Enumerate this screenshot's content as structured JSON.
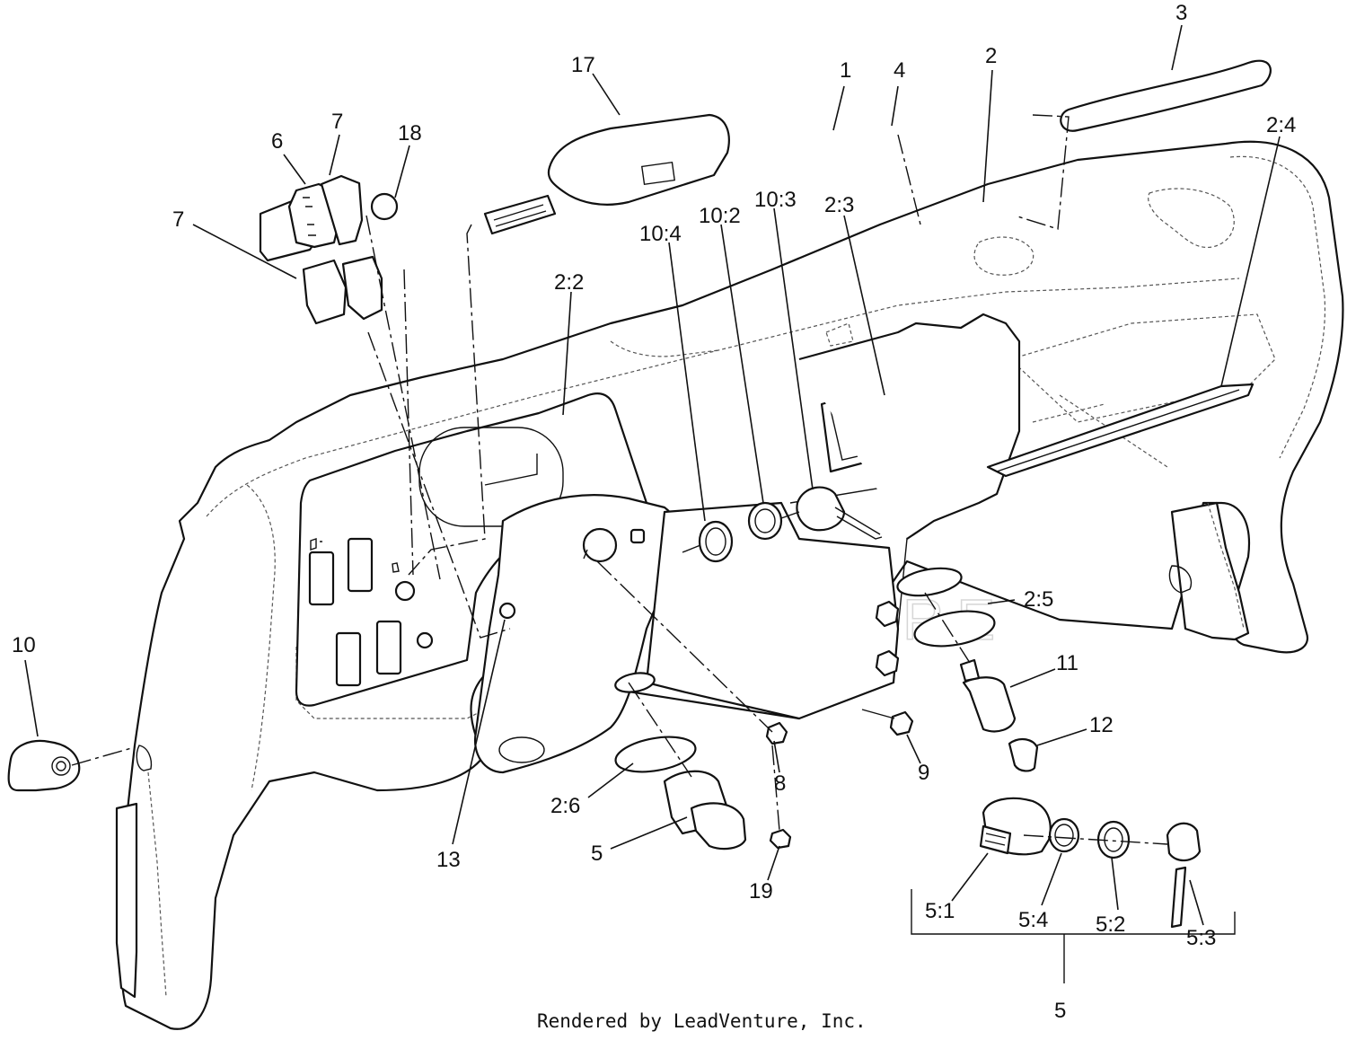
{
  "diagram": {
    "callouts": {
      "c1": "1",
      "c2": "2",
      "c3": "3",
      "c4": "4",
      "c2_4": "2:4",
      "c17": "17",
      "c6": "6",
      "c7a": "7",
      "c7b": "7",
      "c18": "18",
      "c10_4": "10:4",
      "c10_2": "10:2",
      "c10_3": "10:3",
      "c2_3": "2:3",
      "c2_2": "2:2",
      "c10": "10",
      "c2_5": "2:5",
      "c11": "11",
      "c12": "12",
      "c9": "9",
      "c8": "8",
      "c2_6": "2:6",
      "c5a": "5",
      "c13": "13",
      "c19": "19",
      "c5_1": "5:1",
      "c5_4": "5:4",
      "c5_2": "5:2",
      "c5_3": "5:3",
      "c5b": "5"
    },
    "watermark": "LEADVENTURE",
    "footer": "Rendered by LeadVenture, Inc."
  }
}
